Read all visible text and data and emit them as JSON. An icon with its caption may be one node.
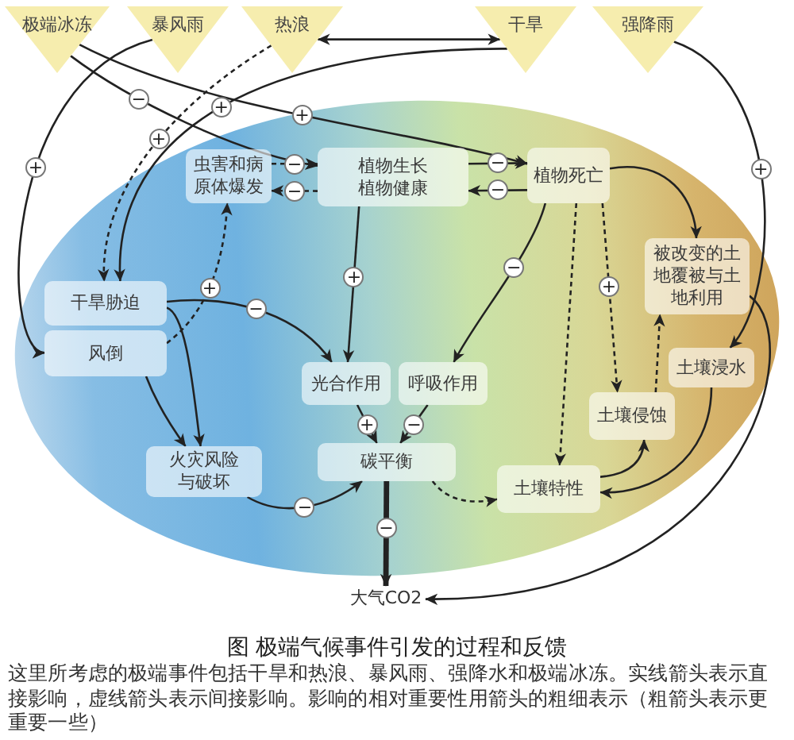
{
  "diagram": {
    "title": "图 极端气候事件引发的过程和反馈",
    "caption": "这里所考虑的极端事件包括干旱和热浪、暴风雨、强降水和极端冰冻。实线箭头表示直接影响，虚线箭头表示间接影响。影响的相对重要性用箭头的粗细表示（粗箭头表示更重要一些）",
    "nodes": [
      {
        "text": [
          "极端冰冻"
        ]
      },
      {
        "text": [
          "暴风雨"
        ]
      },
      {
        "text": [
          "热浪"
        ]
      },
      {
        "text": [
          "干旱"
        ]
      },
      {
        "text": [
          "强降雨"
        ]
      },
      {
        "text": [
          "虫害和病原体爆发"
        ]
      },
      {
        "text": [
          "植物生长",
          "植物健康"
        ]
      },
      {
        "text": [
          "植物死亡"
        ]
      },
      {
        "text": [
          "干旱胁迫"
        ]
      },
      {
        "text": [
          "风倒"
        ]
      },
      {
        "text": [
          "被改变的土地覆被与土地利用"
        ]
      },
      {
        "text": [
          "光合作用"
        ]
      },
      {
        "text": [
          "呼吸作用"
        ]
      },
      {
        "text": [
          "土壤浸水"
        ]
      },
      {
        "text": [
          "土壤侵蚀"
        ]
      },
      {
        "text": [
          "火灾风险与破坏"
        ]
      },
      {
        "text": [
          "碳平衡"
        ]
      },
      {
        "text": [
          "土壤特性"
        ]
      },
      {
        "text": [
          "大气CO2"
        ]
      }
    ],
    "edges": [
      {
        "from": 2,
        "to": 3,
        "arrow": "both"
      },
      {
        "from": 0,
        "to": 7,
        "arrow": "to",
        "label": "+"
      },
      {
        "from": 0,
        "to": 6,
        "arrow": "to",
        "label": "−"
      },
      {
        "from": 1,
        "to": 9,
        "arrow": "to",
        "label": "+"
      },
      {
        "from": 2,
        "to": 8,
        "arrow": "to",
        "label": "+",
        "style": "dashed"
      },
      {
        "from": 3,
        "to": 8,
        "arrow": "to",
        "label": "+"
      },
      {
        "from": 4,
        "to": 13,
        "arrow": "to",
        "label": "+"
      },
      {
        "from": 5,
        "to": 6,
        "arrow": "to",
        "label": "−",
        "style": "dashed"
      },
      {
        "from": 6,
        "to": 5,
        "arrow": "to",
        "label": "−",
        "style": "dashed"
      },
      {
        "from": 6,
        "to": 7,
        "arrow": "to",
        "label": "−"
      },
      {
        "from": 7,
        "to": 6,
        "arrow": "to",
        "label": "−"
      },
      {
        "from": 7,
        "to": 10,
        "arrow": "to"
      },
      {
        "from": 9,
        "to": 5,
        "arrow": "to",
        "label": "+",
        "style": "dashed"
      },
      {
        "from": 8,
        "to": 15,
        "arrow": "to"
      },
      {
        "from": 9,
        "to": 15,
        "arrow": "to"
      },
      {
        "from": 8,
        "to": 11,
        "arrow": "to",
        "label": "−"
      },
      {
        "from": 6,
        "to": 11,
        "arrow": "to",
        "label": "+"
      },
      {
        "from": 11,
        "to": 16,
        "arrow": "to",
        "label": "+"
      },
      {
        "from": 12,
        "to": 16,
        "arrow": "to",
        "label": "−"
      },
      {
        "from": 15,
        "to": 16,
        "arrow": "to",
        "label": "−"
      },
      {
        "from": 16,
        "to": 18,
        "arrow": "to",
        "label": "−",
        "style": "thick"
      },
      {
        "from": 7,
        "to": 12,
        "arrow": "to",
        "label": "−"
      },
      {
        "from": 7,
        "to": 17,
        "arrow": "to",
        "style": "dashed"
      },
      {
        "from": 16,
        "to": 17,
        "arrow": "to",
        "style": "dashed"
      },
      {
        "from": 13,
        "to": 17,
        "arrow": "to"
      },
      {
        "from": 10,
        "to": 18,
        "arrow": "to"
      },
      {
        "from": 17,
        "to": 14,
        "arrow": "to"
      },
      {
        "from": 7,
        "to": 14,
        "arrow": "to",
        "label": "+",
        "style": "dashed"
      },
      {
        "from": 14,
        "to": 10,
        "arrow": "to",
        "style": "dashed"
      }
    ]
  }
}
